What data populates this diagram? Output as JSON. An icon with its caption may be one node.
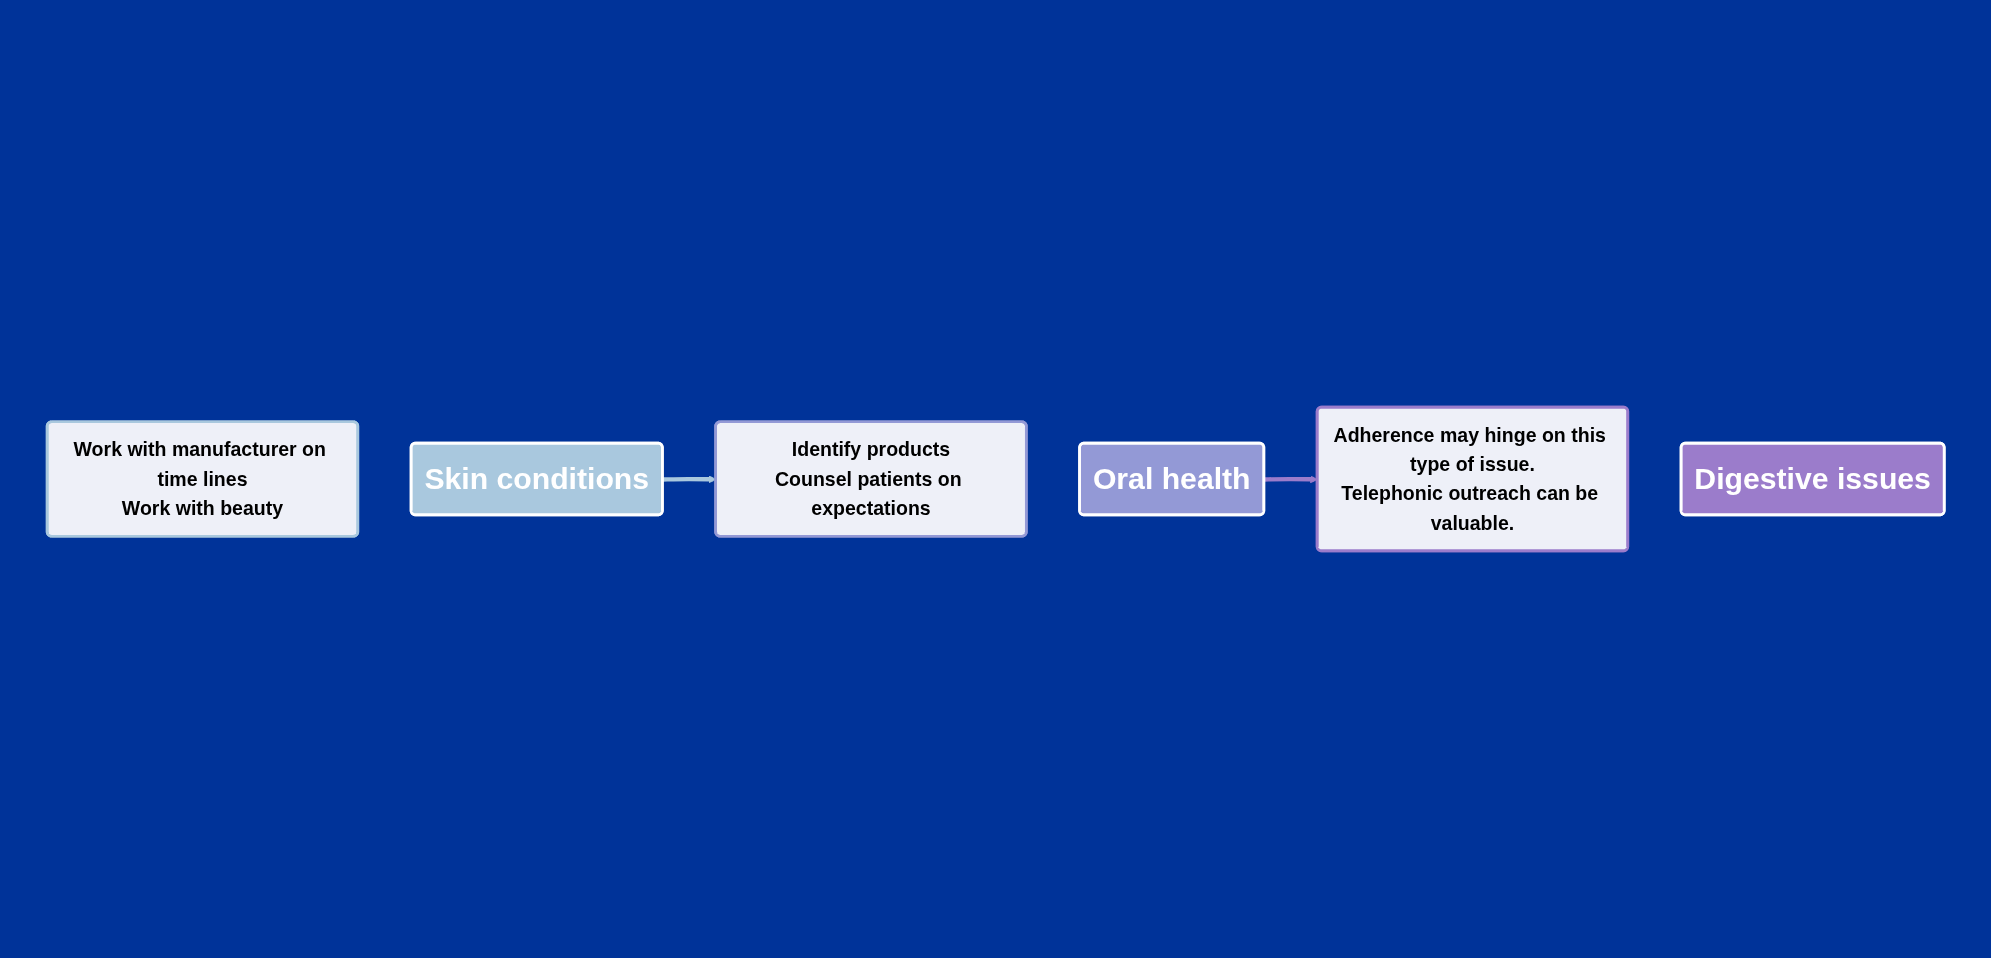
{
  "diagram": {
    "nodes": [
      {
        "text": [
          "Work with manufacturer on time lines",
          "Work with beauty"
        ]
      },
      {
        "text": [
          "Skin conditions"
        ]
      },
      {
        "text": [
          "Identify products",
          "Counsel patients on expectations"
        ]
      },
      {
        "text": [
          "Oral health"
        ]
      },
      {
        "text": [
          "Adherence may hinge on this type of issue.",
          "Telephonic outreach can be valuable."
        ]
      },
      {
        "text": [
          "Digestive issues"
        ]
      }
    ],
    "edges": [
      {
        "from": 1,
        "to": 2,
        "arrow": "to",
        "color": "#a9c8de"
      },
      {
        "from": 3,
        "to": 4,
        "arrow": "to",
        "color": "#9b7ccb"
      }
    ]
  }
}
